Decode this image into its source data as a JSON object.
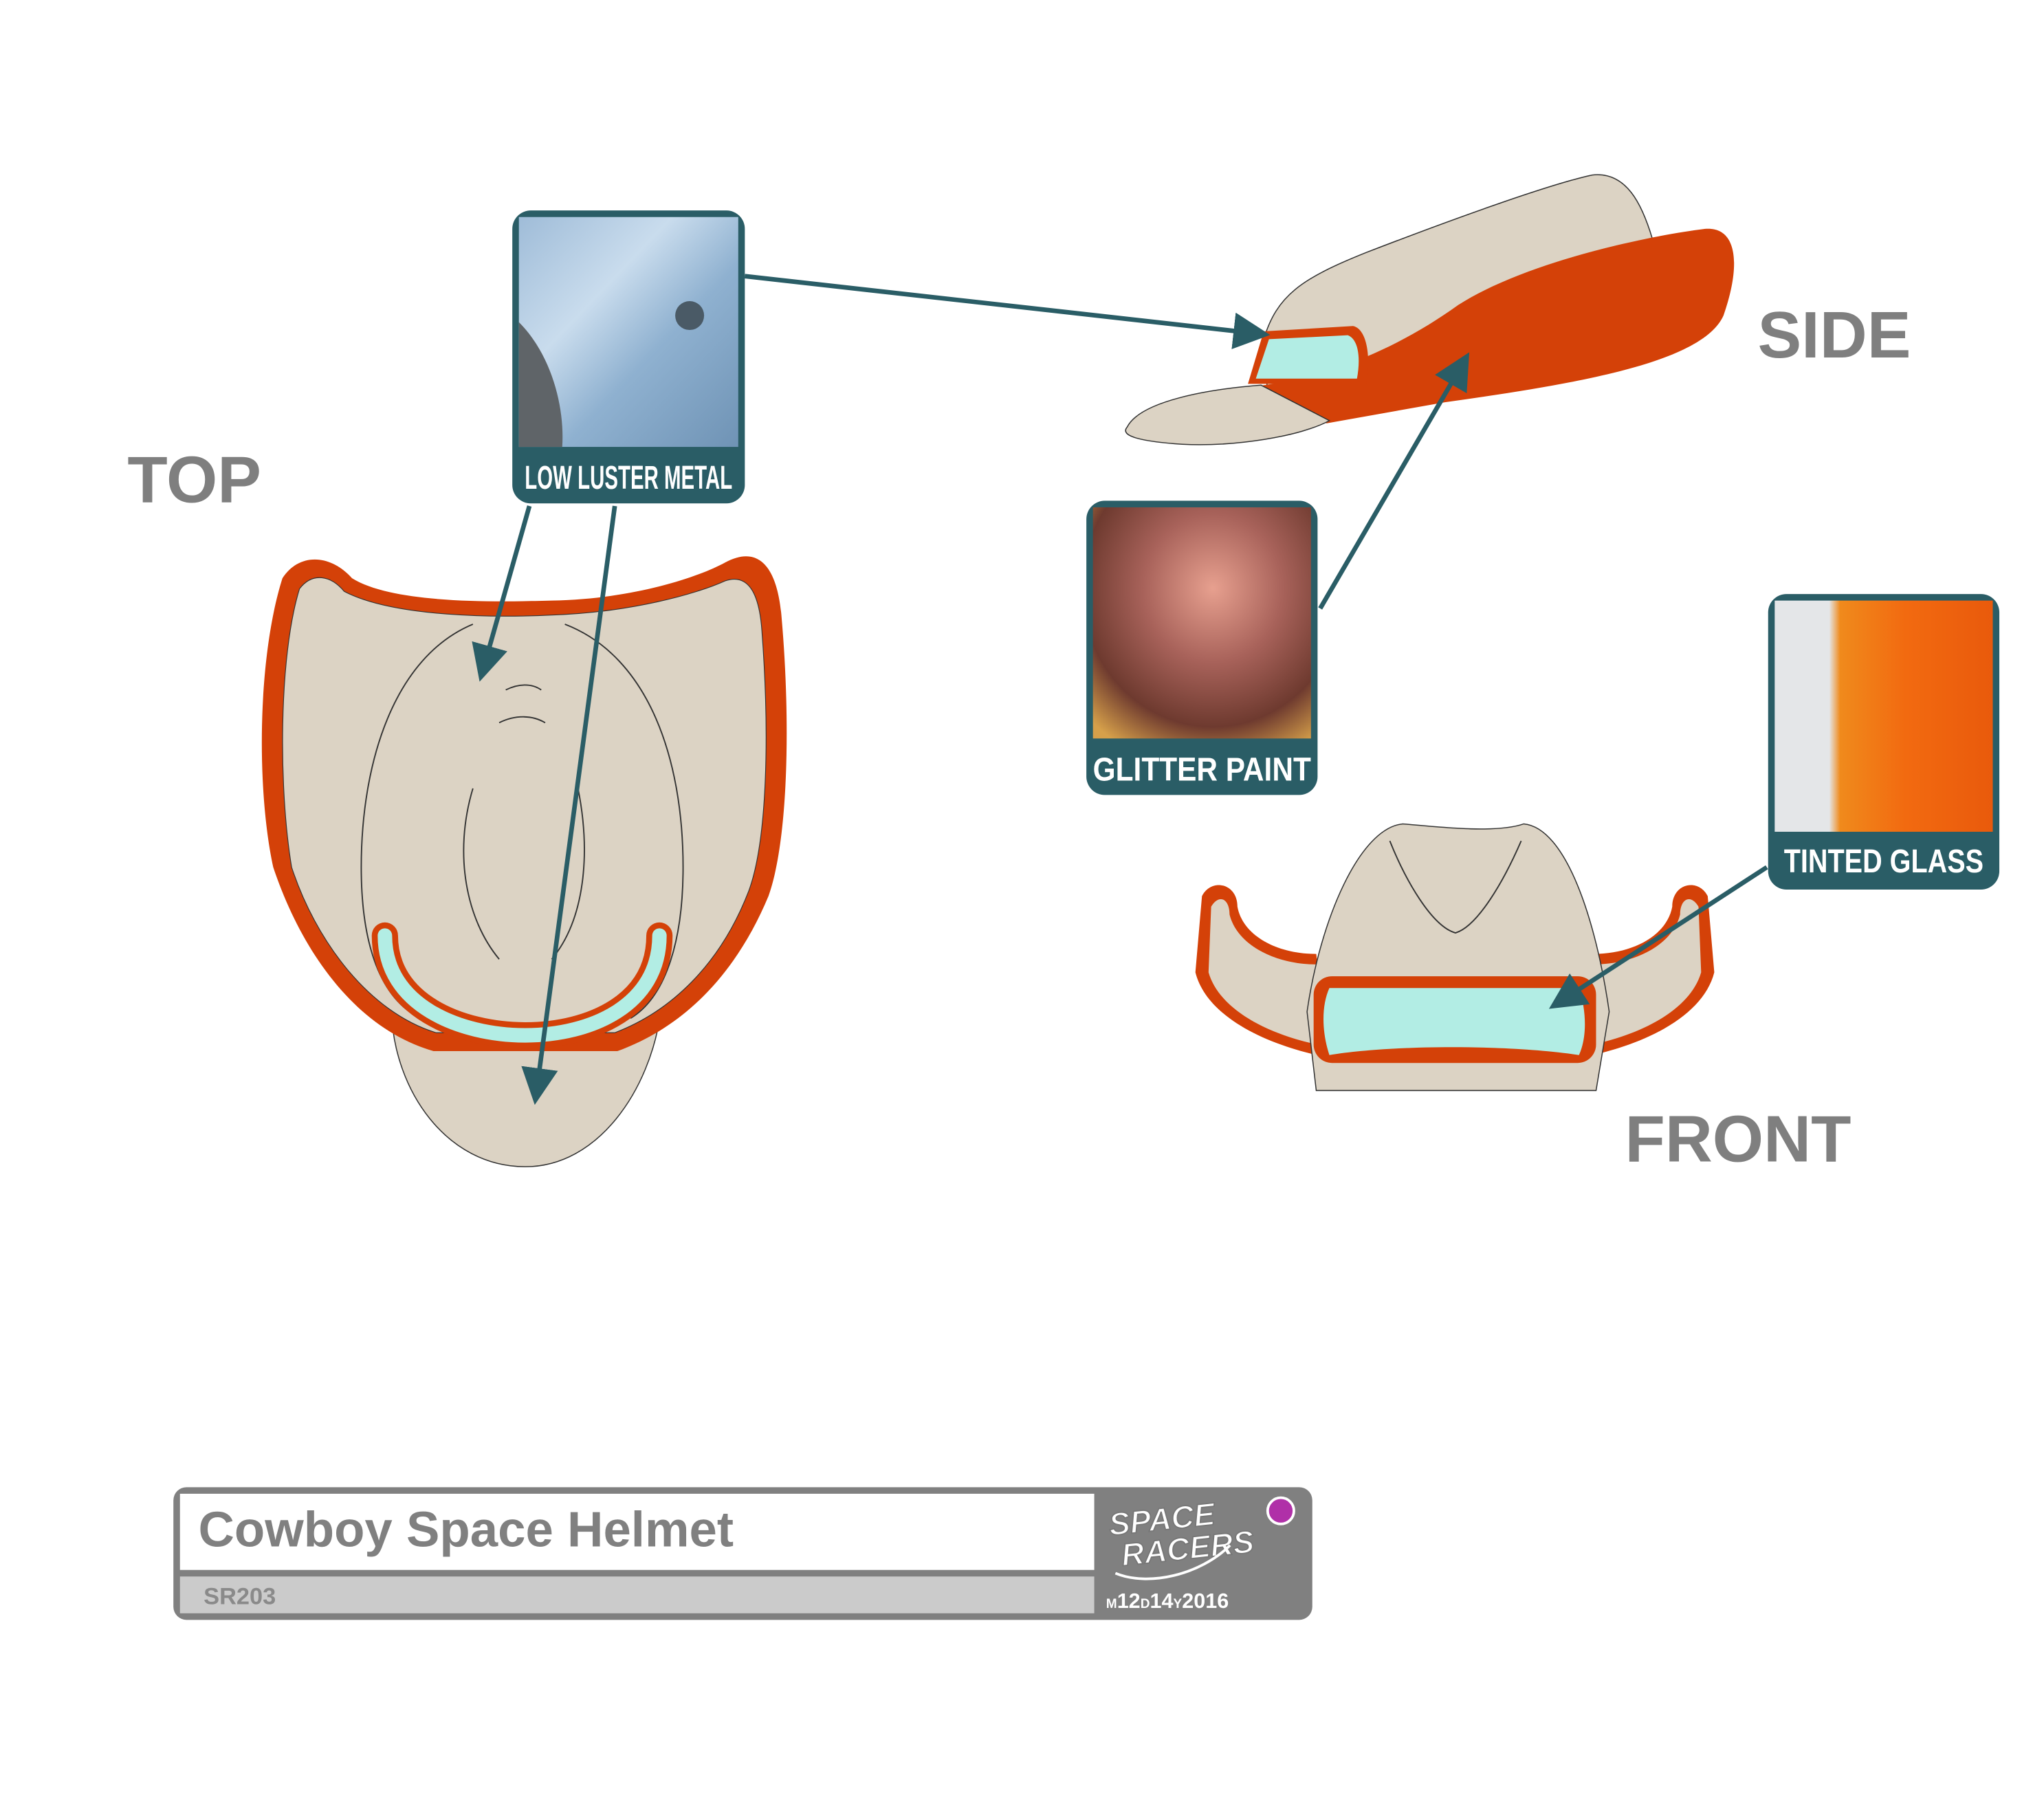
{
  "views": {
    "top": "TOP",
    "side": "SIDE",
    "front": "FRONT"
  },
  "materials": [
    {
      "label": "LOW LUSTER METAL",
      "icon": "metal-swatch-photo"
    },
    {
      "label": "GLITTER PAINT",
      "icon": "glitter-swatch-photo"
    },
    {
      "label": "TINTED GLASS",
      "icon": "glass-swatch-photo"
    }
  ],
  "title_block": {
    "title": "Cowboy Space Helmet",
    "code": "SR203",
    "logo_line1": "SPACE",
    "logo_line2": "RACERS",
    "date_m_prefix": "M",
    "date_m": "12",
    "date_d_prefix": "D",
    "date_d": "14",
    "date_y_prefix": "Y",
    "date_y": "2016"
  },
  "colors": {
    "hat": "#dcd3c4",
    "trim": "#d44108",
    "visor": "#b2ede4",
    "callout": "#2a5d66",
    "status_dot": "#b030a8"
  }
}
